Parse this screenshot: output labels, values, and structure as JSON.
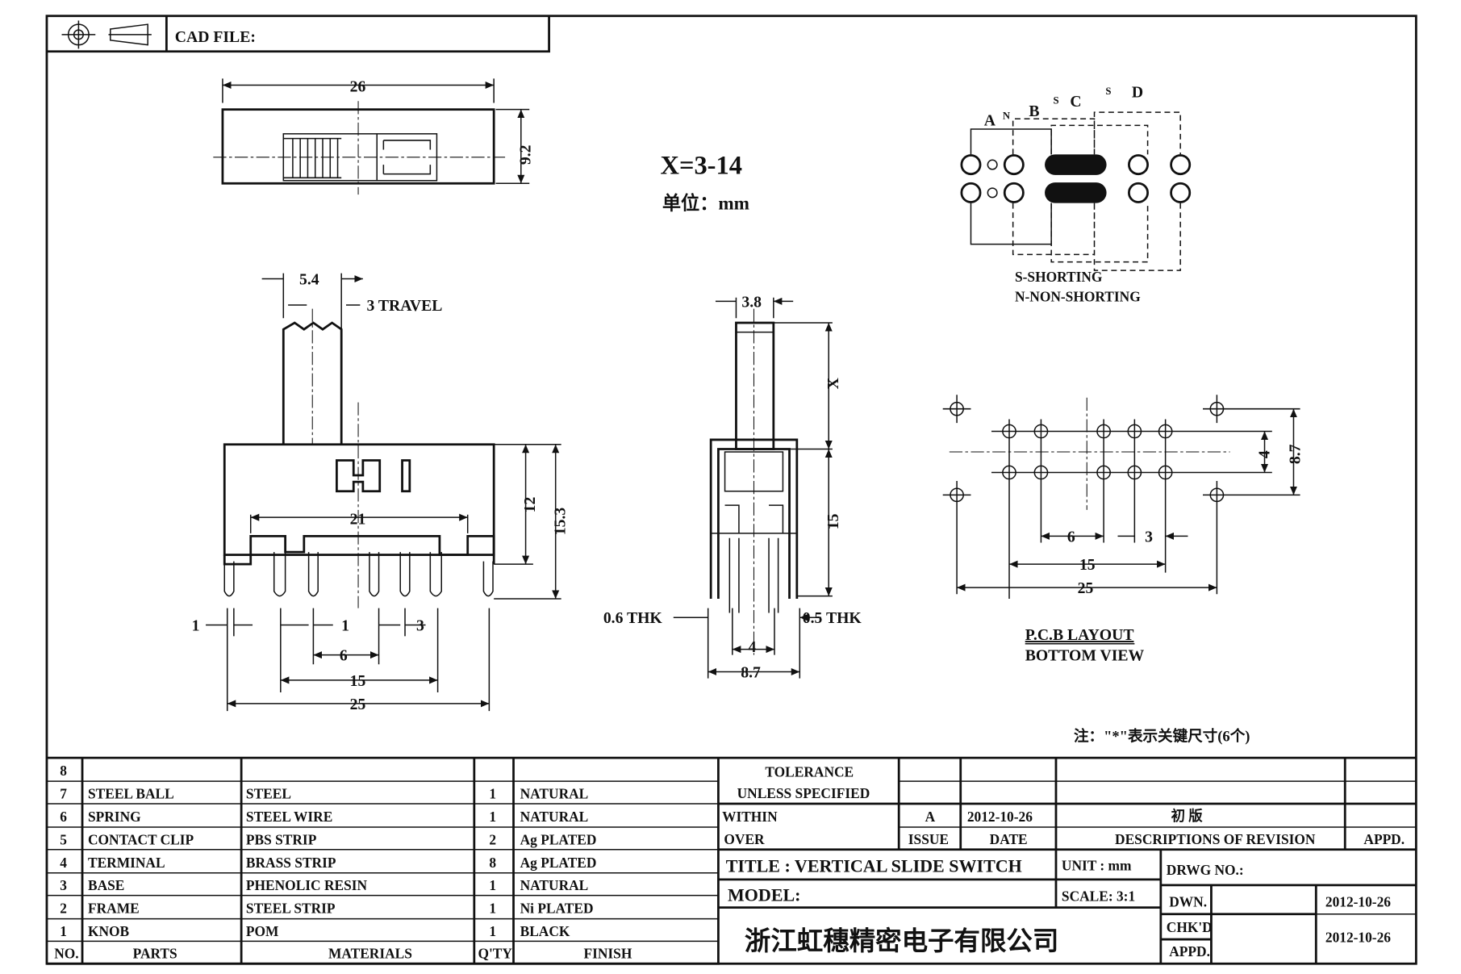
{
  "header": {
    "cad_file_label": "CAD FILE:"
  },
  "spec": {
    "x_range": "X=3-14",
    "unit_note": "单位：mm"
  },
  "top_view": {
    "width_dim": "26",
    "height_dim": "9.2"
  },
  "front_view": {
    "knob_dim": "5.4",
    "travel": "3 TRAVEL",
    "span_dim": "21",
    "height_12": "12",
    "height_153": "15.3",
    "pin_1a": "1",
    "pin_1b": "1",
    "pitch_3": "3",
    "pitch_6": "6",
    "span_15": "15",
    "span_25": "25"
  },
  "side_view": {
    "knob_dim": "3.8",
    "x_dim": "X",
    "height_15": "15",
    "thk_06": "0.6 THK",
    "thk_05": "0.5 THK",
    "span_4": "4",
    "span_87": "8.7"
  },
  "schematic": {
    "labels": {
      "a": "A",
      "n": "N",
      "b": "B",
      "s1": "S",
      "c": "C",
      "s2": "S",
      "d": "D"
    },
    "legend_s": "S-SHORTING",
    "legend_n": "N-NON-SHORTING"
  },
  "pcb": {
    "dim_4": "4",
    "dim_87": "8.7",
    "dim_6": "6",
    "dim_3": "3",
    "dim_15": "15",
    "dim_25": "25",
    "title": "P.C.B LAYOUT",
    "subtitle": "BOTTOM VIEW"
  },
  "note": "注：\"*\"表示关键尺寸(6个)",
  "bom": {
    "headers": {
      "no": "NO.",
      "parts": "PARTS",
      "materials": "MATERIALS",
      "qty": "Q'TY",
      "finish": "FINISH"
    },
    "rows": [
      {
        "no": "8",
        "part": "",
        "material": "",
        "qty": "",
        "finish": ""
      },
      {
        "no": "7",
        "part": "STEEL BALL",
        "material": "STEEL",
        "qty": "1",
        "finish": "NATURAL"
      },
      {
        "no": "6",
        "part": "SPRING",
        "material": "STEEL WIRE",
        "qty": "1",
        "finish": "NATURAL"
      },
      {
        "no": "5",
        "part": "CONTACT CLIP",
        "material": "PBS STRIP",
        "qty": "2",
        "finish": "Ag PLATED"
      },
      {
        "no": "4",
        "part": "TERMINAL",
        "material": "BRASS STRIP",
        "qty": "8",
        "finish": "Ag PLATED"
      },
      {
        "no": "3",
        "part": "BASE",
        "material": "PHENOLIC RESIN",
        "qty": "1",
        "finish": "NATURAL"
      },
      {
        "no": "2",
        "part": "FRAME",
        "material": "STEEL STRIP",
        "qty": "1",
        "finish": "Ni PLATED"
      },
      {
        "no": "1",
        "part": "KNOB",
        "material": "POM",
        "qty": "1",
        "finish": "BLACK"
      }
    ]
  },
  "title_block": {
    "tolerance": "TOLERANCE",
    "unless_specified": "UNLESS  SPECIFIED",
    "within": "WITHIN",
    "over": "OVER",
    "issue_value": "A",
    "issue_date": "2012-10-26",
    "revision_desc": "初  版",
    "issue_label": "ISSUE",
    "date_label": "DATE",
    "desc_label": "DESCRIPTIONS OF REVISION",
    "appd_label": "APPD.",
    "title": "TITLE :  VERTICAL SLIDE SWITCH",
    "unit": "UNIT :  mm",
    "drwg_no": "DRWG NO.:",
    "model": "MODEL:",
    "scale": "SCALE:  3:1",
    "company": "浙江虹穗精密电子有限公司",
    "dwn": "DWN.",
    "dwn_date": "2012-10-26",
    "chkd": "CHK'D",
    "appd": "APPD.",
    "chk_date": "2012-10-26"
  }
}
